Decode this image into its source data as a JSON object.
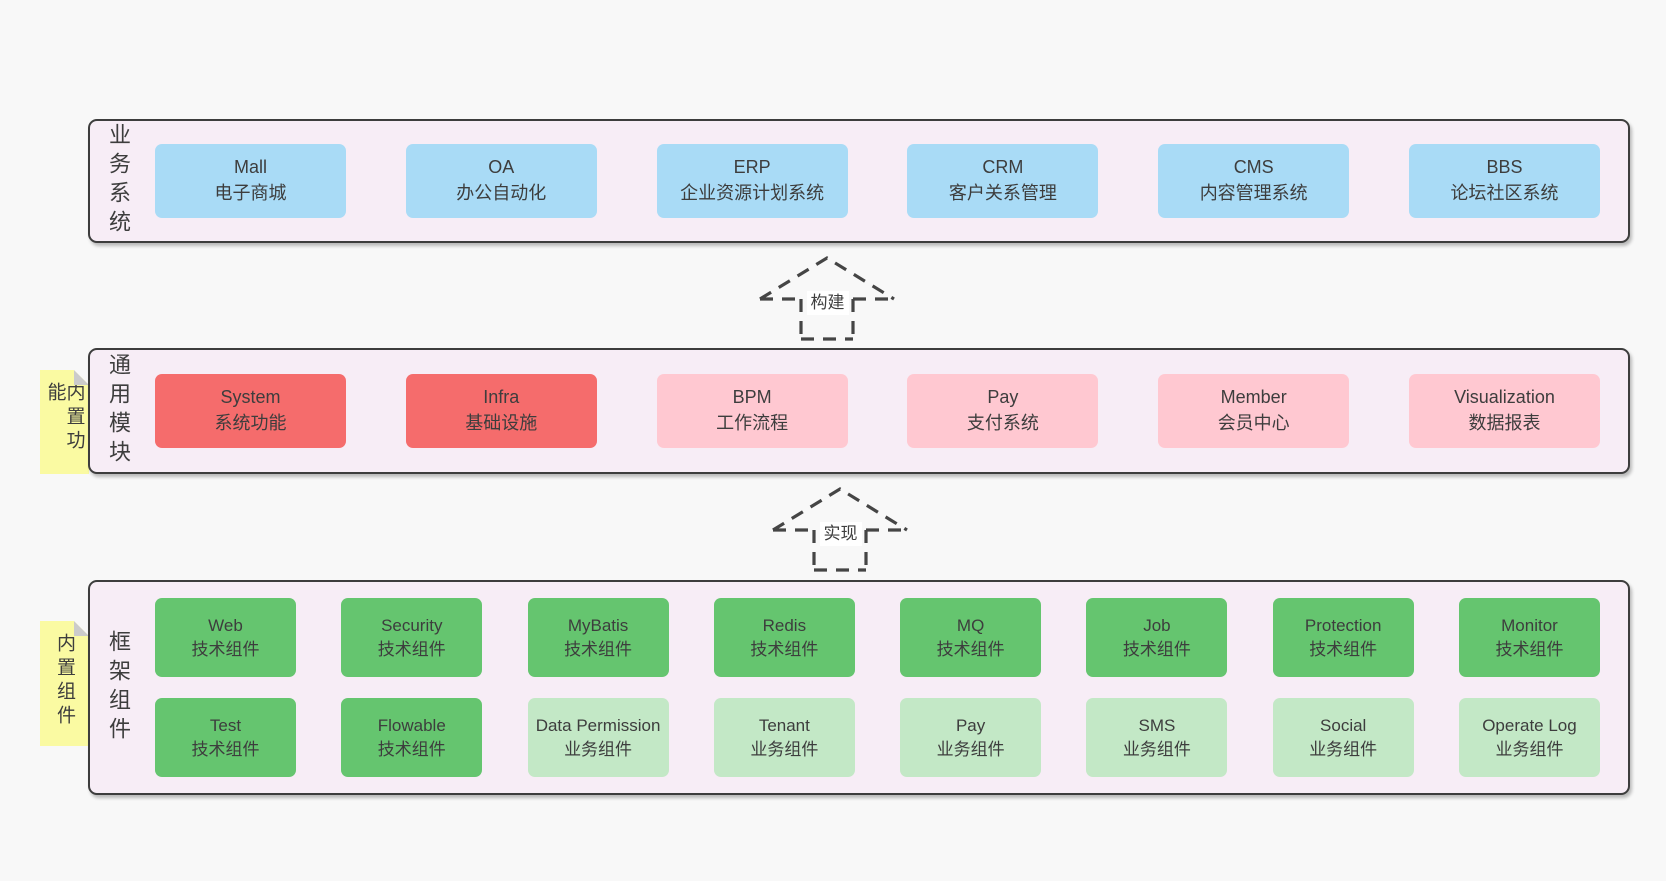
{
  "colors": {
    "page_bg": "#f8f8f8",
    "band_bg": "#f7edf6",
    "band_border": "#3d3d3d",
    "blue": "#a9dbf6",
    "red": "#f56c6c",
    "pink": "#ffc8d1",
    "green_dark": "#65c56f",
    "green_light": "#c3e8c6",
    "tab_yellow": "#fafaa2",
    "tab_fold_gray": "#cbcbcb",
    "text": "#3d3d3d"
  },
  "arrows": [
    {
      "label": "构建"
    },
    {
      "label": "实现"
    }
  ],
  "sections": {
    "business": {
      "label": "业务系统",
      "boxes": [
        {
          "title": "Mall",
          "subtitle": "电子商城",
          "color": "blue"
        },
        {
          "title": "OA",
          "subtitle": "办公自动化",
          "color": "blue"
        },
        {
          "title": "ERP",
          "subtitle": "企业资源计划系统",
          "color": "blue"
        },
        {
          "title": "CRM",
          "subtitle": "客户关系管理",
          "color": "blue"
        },
        {
          "title": "CMS",
          "subtitle": "内容管理系统",
          "color": "blue"
        },
        {
          "title": "BBS",
          "subtitle": "论坛社区系统",
          "color": "blue"
        }
      ]
    },
    "modules": {
      "label": "通用模块",
      "tab": "内置功能",
      "boxes": [
        {
          "title": "System",
          "subtitle": "系统功能",
          "color": "red"
        },
        {
          "title": "Infra",
          "subtitle": "基础设施",
          "color": "red"
        },
        {
          "title": "BPM",
          "subtitle": "工作流程",
          "color": "pink"
        },
        {
          "title": "Pay",
          "subtitle": "支付系统",
          "color": "pink"
        },
        {
          "title": "Member",
          "subtitle": "会员中心",
          "color": "pink"
        },
        {
          "title": "Visualization",
          "subtitle": "数据报表",
          "color": "pink"
        }
      ]
    },
    "framework": {
      "label": "框架组件",
      "tab": "内置组件",
      "row1": [
        {
          "title": "Web",
          "subtitle": "技术组件",
          "color": "green_dark"
        },
        {
          "title": "Security",
          "subtitle": "技术组件",
          "color": "green_dark"
        },
        {
          "title": "MyBatis",
          "subtitle": "技术组件",
          "color": "green_dark"
        },
        {
          "title": "Redis",
          "subtitle": "技术组件",
          "color": "green_dark"
        },
        {
          "title": "MQ",
          "subtitle": "技术组件",
          "color": "green_dark"
        },
        {
          "title": "Job",
          "subtitle": "技术组件",
          "color": "green_dark"
        },
        {
          "title": "Protection",
          "subtitle": "技术组件",
          "color": "green_dark"
        },
        {
          "title": "Monitor",
          "subtitle": "技术组件",
          "color": "green_dark"
        }
      ],
      "row2": [
        {
          "title": "Test",
          "subtitle": "技术组件",
          "color": "green_dark"
        },
        {
          "title": "Flowable",
          "subtitle": "技术组件",
          "color": "green_dark"
        },
        {
          "title": "Data Permission",
          "subtitle": "业务组件",
          "color": "green_light"
        },
        {
          "title": "Tenant",
          "subtitle": "业务组件",
          "color": "green_light"
        },
        {
          "title": "Pay",
          "subtitle": "业务组件",
          "color": "green_light"
        },
        {
          "title": "SMS",
          "subtitle": "业务组件",
          "color": "green_light"
        },
        {
          "title": "Social",
          "subtitle": "业务组件",
          "color": "green_light"
        },
        {
          "title": "Operate Log",
          "subtitle": "业务组件",
          "color": "green_light"
        }
      ]
    }
  }
}
